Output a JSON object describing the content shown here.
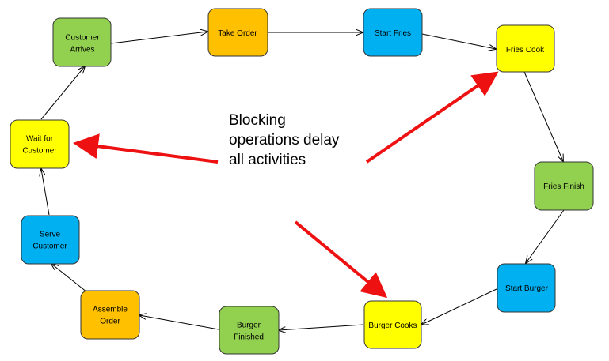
{
  "colors": {
    "green": "#92d050",
    "orange": "#ffc000",
    "blue": "#00b0f0",
    "yellow": "#ffff00",
    "callout_arrow": "#ee1111"
  },
  "nodes": {
    "customer_arrives": {
      "lines": [
        "Customer",
        "Arrives"
      ],
      "color": "green"
    },
    "take_order": {
      "lines": [
        "Take Order"
      ],
      "color": "orange"
    },
    "start_fries": {
      "lines": [
        "Start Fries"
      ],
      "color": "blue"
    },
    "fries_cook": {
      "lines": [
        "Fries Cook"
      ],
      "color": "yellow"
    },
    "fries_finish": {
      "lines": [
        "Fries Finish"
      ],
      "color": "green"
    },
    "start_burger": {
      "lines": [
        "Start Burger"
      ],
      "color": "blue"
    },
    "burger_cooks": {
      "lines": [
        "Burger Cooks"
      ],
      "color": "yellow"
    },
    "burger_finished": {
      "lines": [
        "Burger",
        "Finished"
      ],
      "color": "green"
    },
    "assemble_order": {
      "lines": [
        "Assemble",
        "Order"
      ],
      "color": "orange"
    },
    "serve_customer": {
      "lines": [
        "Serve",
        "Customer"
      ],
      "color": "blue"
    },
    "wait_for_customer": {
      "lines": [
        "Wait for",
        "Customer"
      ],
      "color": "yellow"
    }
  },
  "callout": {
    "lines": [
      "Blocking",
      "operations delay",
      "all activities"
    ]
  }
}
